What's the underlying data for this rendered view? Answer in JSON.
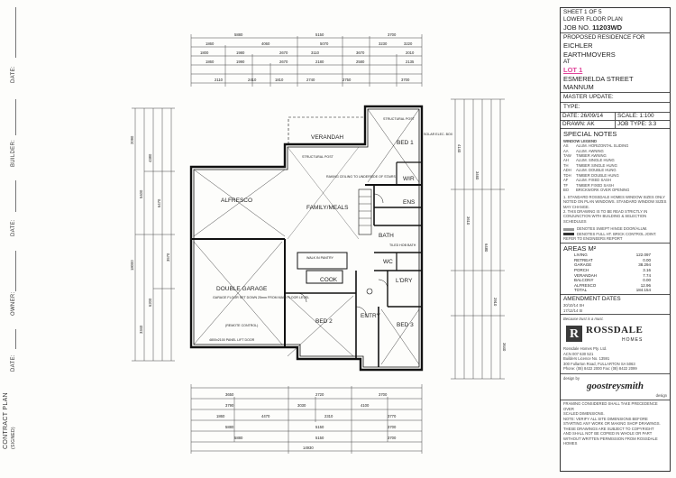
{
  "sidebar": {
    "labels": [
      "DATE:",
      "BUILDER:",
      "DATE:",
      "OWNER:",
      "DATE:",
      "CONTRACT PLAN"
    ],
    "contract_sub": "(SIGNED)"
  },
  "titleblock": {
    "sheet": "SHEET",
    "sheet_of": "1 OF 5",
    "plan_name": "LOWER FLOOR PLAN",
    "job_label": "Job No.",
    "job_no": "11203WD",
    "proposed": "PROPOSED RESIDENCE FOR",
    "client1": "EICHLER",
    "client2": "EARTHMOVERS",
    "at": "AT",
    "lot": "LOT 1",
    "street": "ESMERELDA STREET",
    "suburb": "MANNUM",
    "master_update": "MASTER UPDATE:",
    "type_label": "TYPE:",
    "date": "DATE: 26/09/14",
    "scale": "SCALE: 1:100",
    "drawn": "DRAWN: AK",
    "job_type": "JOB TYPE: 3.3",
    "special_notes": "SPECIAL NOTES",
    "window_legend": "WINDOW LEGEND",
    "window_codes": [
      {
        "code": "AS",
        "desc": "ALUM. HORIZONTAL SLIDING"
      },
      {
        "code": "AA",
        "desc": "ALUM. AWNING"
      },
      {
        "code": "TAW",
        "desc": "TIMBER AWNING"
      },
      {
        "code": "AH",
        "desc": "ALUM. SINGLE HUNG"
      },
      {
        "code": "TH",
        "desc": "TIMBER SINGLE HUNG"
      },
      {
        "code": "ADH",
        "desc": "ALUM. DOUBLE HUNG"
      },
      {
        "code": "TDH",
        "desc": "TIMBER DOUBLE HUNG"
      },
      {
        "code": "AF",
        "desc": "ALUM. FIXED SASH"
      },
      {
        "code": "TF",
        "desc": "TIMBER FIXED SASH"
      },
      {
        "code": "BO",
        "desc": "BRICKWORK OVER OPENING"
      }
    ],
    "note_lines": [
      "1. STANDARD ROSSDALE HOMES WINDOW SIZES ONLY",
      "NOTED ON PLAN WINDOWS. STANDARD WINDOW SIZES",
      "MAY CHANGE.",
      "2. THIS DRAWING IS TO BE READ STRICTLY IN",
      "CONJUNCTION WITH BUILDING & SELECTION SCHEDULES"
    ],
    "legend1": "DENOTES SWEPT HINGE DOOR/ALUM.",
    "legend2": "DENOTES FULL HT. BRICK CONTROL JOINT. REFER TO ENGINEERS REPORT",
    "areas_title": "AREAS m²",
    "areas": [
      {
        "name": "LIVING",
        "value": "122.097"
      },
      {
        "name": "RETREAT",
        "value": "0.00"
      },
      {
        "name": "GARAGE",
        "value": "38.294"
      },
      {
        "name": "PORCH",
        "value": "3.16"
      },
      {
        "name": "VERANDAH",
        "value": "7.74"
      },
      {
        "name": "BALCONY",
        "value": "0.00"
      },
      {
        "name": "ALFRESCO",
        "value": "12.96"
      },
      {
        "name": "TOTAL",
        "value": "184.154"
      }
    ],
    "amend_title": "AMENDMENT DATES",
    "amend_dates": [
      "30/10/14 SH",
      "17/12/14 SI"
    ],
    "slogan": "Because trust is a must.",
    "brand": "ROSSDALE",
    "brand_sub": "HOMES",
    "company_lines": [
      "Rossdale Homes Pty. Ltd.",
      "ACN 007 630 521",
      "Builders Licence No. 13591",
      "300 Fullarton Road, FULLARTON SA 5063",
      "Phone: (08) 8422 2000 Fax: (08) 8422 2099"
    ],
    "designed_by": "design by",
    "design_brand": "goostreysmith",
    "design_sub": "design",
    "footer_lines": [
      "FRAMING CONSIDERED SHALL TAKE PRECEDENCE OVER",
      "SCALED DIMENSIONS.",
      "NOTE: VERIFY ALL SITE DIMENSIONS BEFORE",
      "STARTING ANY WORK OR MAKING SHOP DRAWINGS.",
      "THESE DRAWINGS ARE SUBJECT TO COPYRIGHT",
      "AND SHALL NOT BE COPIED IN WHOLE OR PART",
      "WITHOUT WRITTEN PERMISSION FROM ROSSDALE HOMES"
    ]
  },
  "rooms": {
    "verandah": "VERANDAH",
    "bed1": "BED 1",
    "wir": "WIR",
    "ens": "ENS",
    "family": "FAMILY/MEALS",
    "alfresco": "ALFRESCO",
    "garage": "DOUBLE GARAGE",
    "cook": "COOK",
    "bath": "BATH",
    "wc": "WC",
    "ldry": "L'DRY",
    "bed2": "BED 2",
    "entry": "ENTRY",
    "bed3": "BED 3"
  },
  "notes": {
    "structural_post": "STRUCTURAL POST",
    "structural_post2": "STRUCTURAL POST",
    "solar": "SOLAR ELEC. BOX",
    "raking": "RAKING CEILING TO UNDERSIDE OF STAIRS",
    "garage_note": "GARAGE FLOOR SET DOWN 25mm FROM MAIN FLOOR LEVEL",
    "remote": "(REMOTE CONTROL)",
    "panel_door": "4800x2100 PANEL LIFT DOOR",
    "walk_pantry": "WALK IN PANTRY",
    "tiled_bath": "TILED HOB BATH",
    "overall_width": "14930",
    "overall_depth": "18000"
  }
}
